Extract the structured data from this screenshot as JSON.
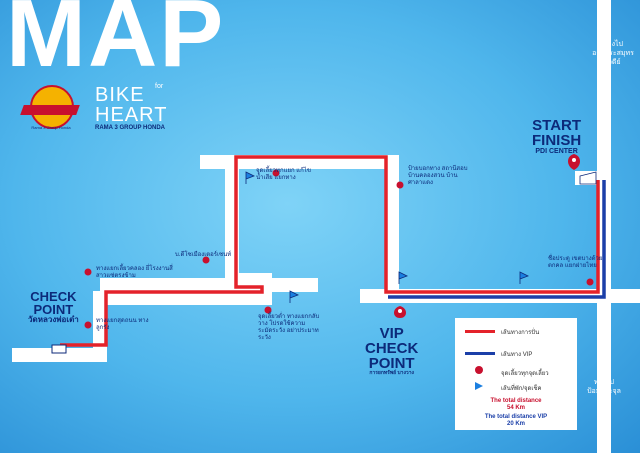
{
  "title": "MAP",
  "logo": {
    "brand_line1": "BIKE",
    "brand_for": "for",
    "brand_line2": "HEART",
    "subtitle": "RAMA 3 GROUP HONDA",
    "badge_text": "Rama 3 Group Honda"
  },
  "points": {
    "start": "START",
    "finish": "FINISH",
    "start_sub": "PDI CENTER",
    "check": "CHECK",
    "check2": "POINT",
    "check_sub": "วัดหลวงพ่อเต๋า",
    "vip1": "VIP",
    "vip2": "CHECK",
    "vip3": "POINT",
    "vip_sub": "การยกทรัพย์ บางวาง"
  },
  "directions": {
    "top_1": "ทางไป",
    "top_2": "องค์พระสมุทรเจดีย์",
    "bottom_1": "ทางไป",
    "bottom_2": "ป้อมพระจุล"
  },
  "landmarks": [
    "จุดเลี้ยวทุกแยก แก้ไขน้ำเสีย แยกทาง",
    "ป้ายบอกทาง สถานีสอบ บ้านคลองสวน บ้านศาลาแดง",
    "บ.ดีโซเมืองเตอร์เซนท์",
    "ทางแยกเลี้ยวคลอง ยี่โรงงานสี่สาวแซ่ตรงข้าม",
    "จุดเลี้ยวต่ำ ทางแยกกลับวาง โปรดใช้ความระมัดระวัง อย่าประมาทระวัง",
    "ทางแยกสุดถนน ทางลูกรัง",
    "ชื่อประตู เขตบางด้วยตกคล แยกฝายไทย"
  ],
  "legend": {
    "items": [
      "เส้นทางการปั่น",
      "เส้นทาง VIP",
      "จุดเลี้ยวทุกจุดเลี้ยว",
      "เส้นที่พัก/จุดเช็ค"
    ],
    "total_label": "The total distance",
    "total_value": "54 Km",
    "vip_label": "The total distance VIP",
    "vip_value": "20 Km"
  },
  "colors": {
    "route": "#e4222a",
    "vip": "#1b3fa8",
    "road": "#ffffff",
    "text": "#0c2a7a",
    "bg": "#4fb6ec"
  }
}
